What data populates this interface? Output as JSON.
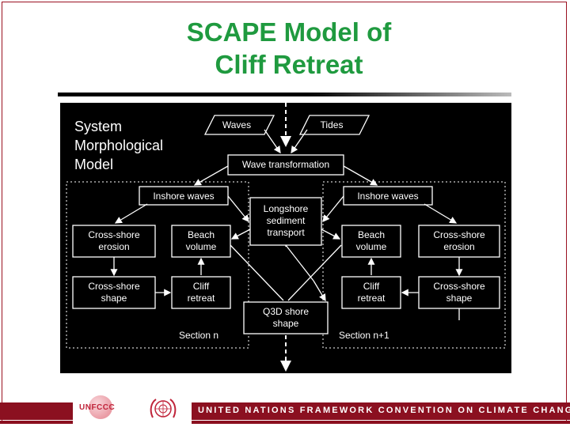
{
  "slide": {
    "title_line1": "SCAPE Model of",
    "title_line2": "Cliff Retreat"
  },
  "diagram": {
    "system_title": [
      "System",
      "Morphological",
      "Model"
    ],
    "nodes": {
      "waves": "Waves",
      "tides": "Tides",
      "wave_transformation": "Wave transformation",
      "inshore_waves_left": "Inshore waves",
      "inshore_waves_right": "Inshore waves",
      "longshore": [
        "Longshore",
        "sediment",
        "transport"
      ],
      "cross_shore_erosion_left": [
        "Cross-shore",
        "erosion"
      ],
      "beach_volume_left": [
        "Beach",
        "volume"
      ],
      "beach_volume_right": [
        "Beach",
        "volume"
      ],
      "cross_shore_erosion_right": [
        "Cross-shore",
        "erosion"
      ],
      "cross_shore_shape_left": [
        "Cross-shore",
        "shape"
      ],
      "cliff_retreat_left": [
        "Cliff",
        "retreat"
      ],
      "cliff_retreat_right": [
        "Cliff",
        "retreat"
      ],
      "cross_shore_shape_right": [
        "Cross-shore",
        "shape"
      ],
      "q3d_shore_shape": [
        "Q3D shore",
        "shape"
      ]
    },
    "section_left": "Section n",
    "section_right": "Section n+1"
  },
  "footer": {
    "logo_text": "UNFCCC",
    "banner_text": "UNITED NATIONS FRAMEWORK CONVENTION ON CLIMATE CHANGE"
  },
  "colors": {
    "title": "#1f9a3f",
    "footer": "#8b1020",
    "diagram_bg": "#000000",
    "diagram_fg": "#ffffff"
  }
}
